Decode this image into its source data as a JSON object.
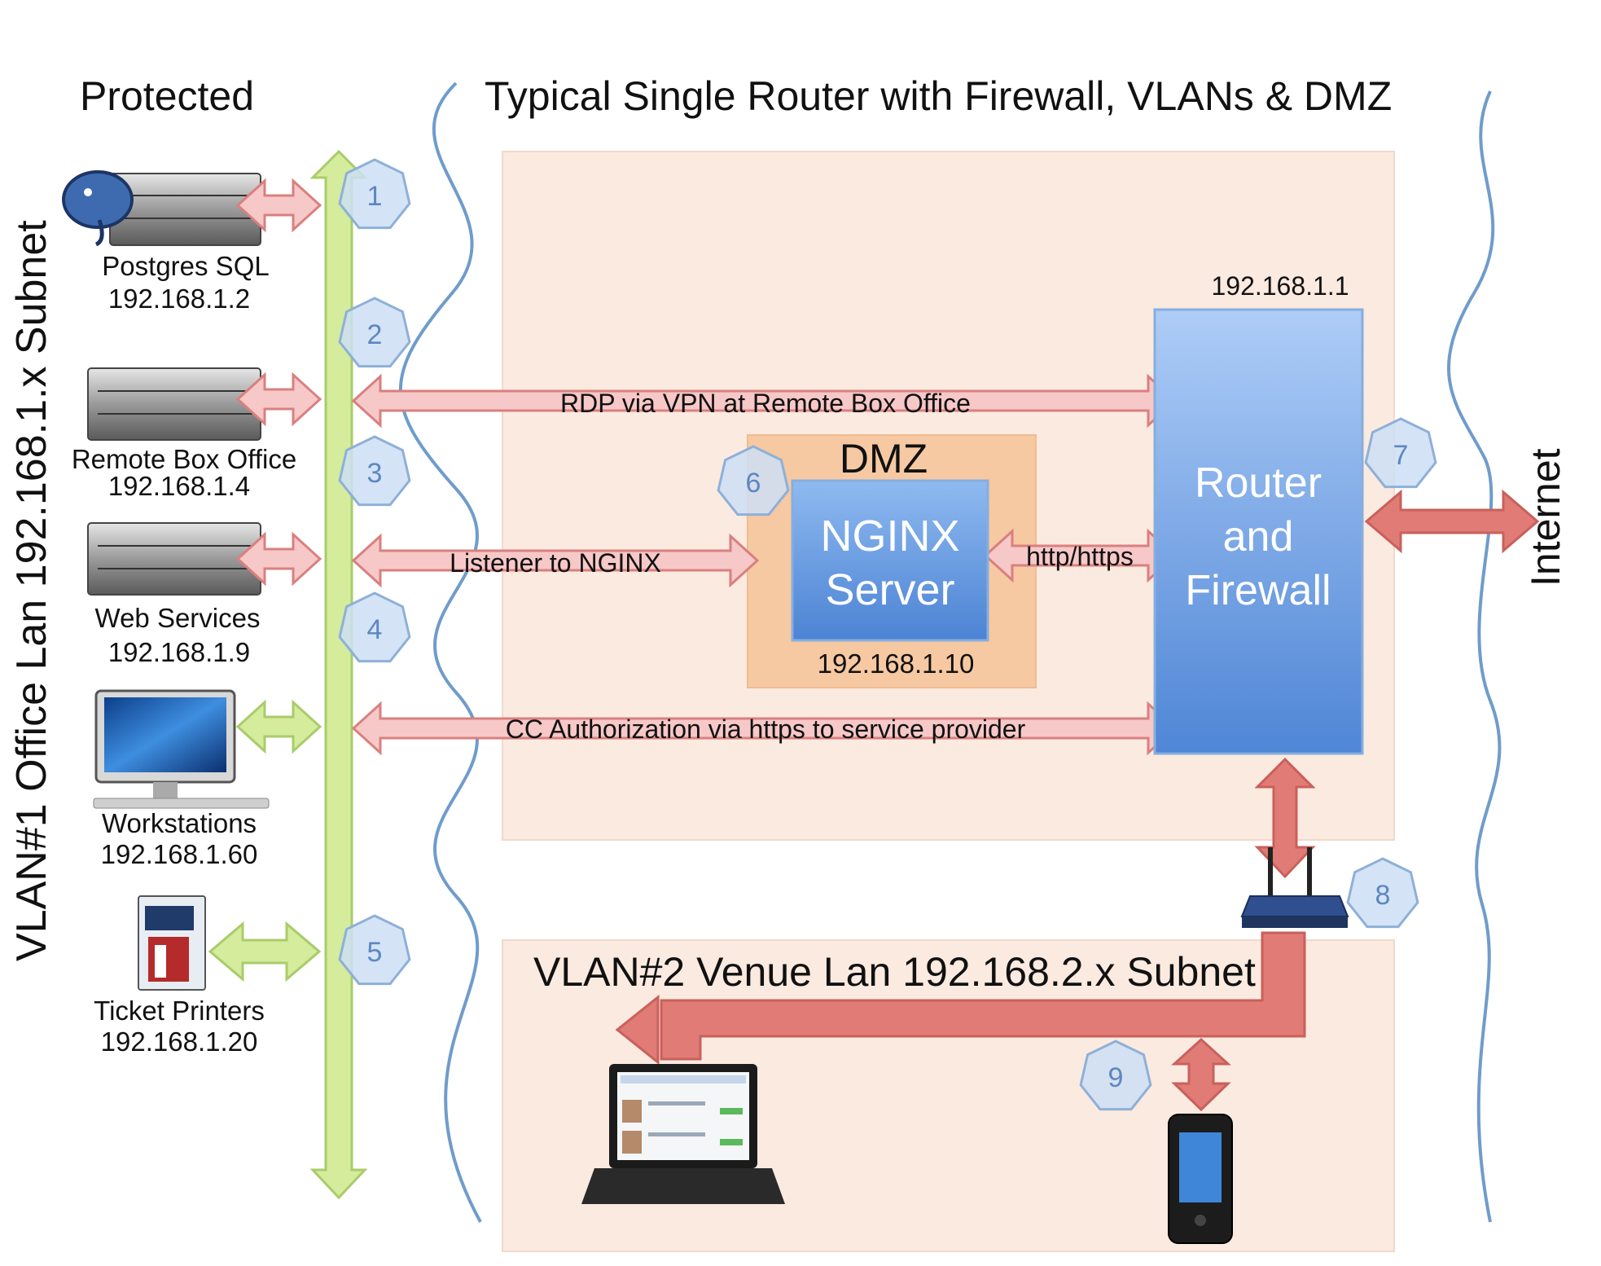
{
  "header": {
    "protected_label": "Protected",
    "title": "Typical Single Router with Firewall, VLANs & DMZ"
  },
  "side_labels": {
    "vlan1": "VLAN#1 Office Lan 192.168.1.x Subnet",
    "internet": "Internet"
  },
  "devices": {
    "postgres": {
      "name": "Postgres SQL",
      "ip": "192.168.1.2"
    },
    "remote_box_office": {
      "name": "Remote Box Office",
      "ip": "192.168.1.4"
    },
    "web_services": {
      "name": "Web Services",
      "ip": "192.168.1.9"
    },
    "workstations": {
      "name": "Workstations",
      "ip": "192.168.1.60"
    },
    "ticket_printers": {
      "name": "Ticket Printers",
      "ip": "192.168.1.20"
    }
  },
  "router": {
    "ip": "192.168.1.1",
    "line1": "Router",
    "line2": "and",
    "line3": "Firewall"
  },
  "dmz": {
    "label": "DMZ",
    "server_line1": "NGINX",
    "server_line2": "Server",
    "ip": "192.168.1.10"
  },
  "links": {
    "rdp": "RDP via VPN at Remote Box Office",
    "listener": "Listener to NGINX",
    "http": "http/https",
    "cc": "CC Authorization via https to service provider"
  },
  "vlan2": {
    "label": "VLAN#2 Venue Lan 192.168.2.x Subnet"
  },
  "badges": [
    "1",
    "2",
    "3",
    "4",
    "5",
    "6",
    "7",
    "8",
    "9"
  ],
  "colors": {
    "pink_arrow_fill": "#f7c8c8",
    "pink_arrow_stroke": "#d9807f",
    "red_arrow": "#e07b76",
    "green_arrow_fill": "#d4ec9c",
    "green_arrow_stroke": "#a9cc6a",
    "zone_fill": "#fbeae0",
    "dmz_fill": "#f6c9a2",
    "blue_box": "#6f9fe0",
    "badge_fill": "#cddff4",
    "badge_stroke": "#8eb0d8",
    "wave_line": "#6f9ccb"
  }
}
